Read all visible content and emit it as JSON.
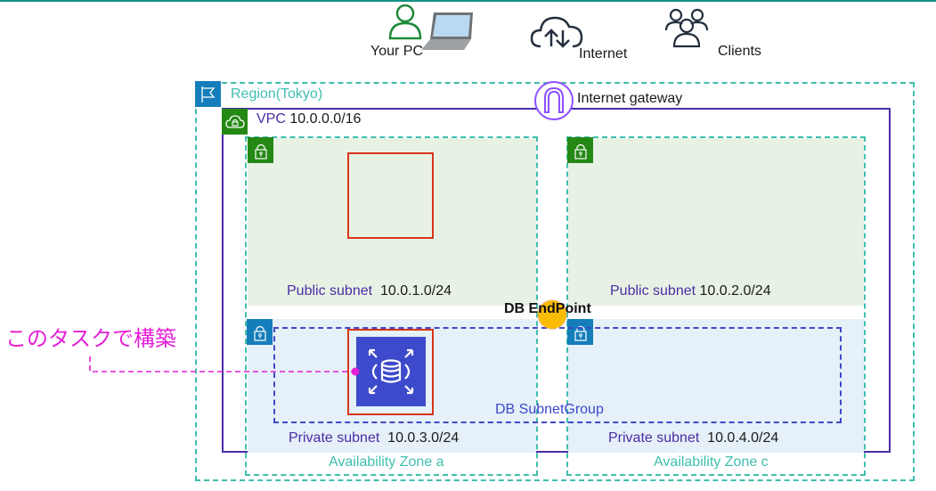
{
  "external": {
    "your_pc": {
      "label": "Your PC",
      "icon": "user-laptop-icon"
    },
    "internet": {
      "label": "Internet",
      "icon": "cloud-upload-download-icon"
    },
    "clients": {
      "label": "Clients",
      "icon": "users-group-icon"
    }
  },
  "region": {
    "label": "Region(Tokyo)",
    "icon": "flag-icon"
  },
  "internet_gateway": {
    "label": "Internet gateway",
    "icon": "gateway-arch-icon"
  },
  "vpc": {
    "label": "VPC",
    "cidr": "10.0.0.0/16",
    "icon": "cloud-lock-icon"
  },
  "availability_zones": [
    {
      "label": "Availability Zone a"
    },
    {
      "label": "Availability Zone c"
    }
  ],
  "subnets": {
    "public_a": {
      "label": "Public subnet",
      "cidr": "10.0.1.0/24"
    },
    "public_c": {
      "label": "Public subnet",
      "cidr": "10.0.2.0/24"
    },
    "private_a": {
      "label": "Private subnet",
      "cidr": "10.0.3.0/24"
    },
    "private_c": {
      "label": "Private subnet",
      "cidr": "10.0.4.0/24"
    }
  },
  "db_endpoint": {
    "label": "DB EndPoint"
  },
  "db_subnet_group": {
    "label": "DB SubnetGroup"
  },
  "rds": {
    "icon": "rds-database-icon"
  },
  "annotation": {
    "label": "このタスクで構築"
  },
  "colors": {
    "region_border": "#3fbfae",
    "vpc_border": "#4a2da6",
    "public_fill": "#e8f2e4",
    "private_fill": "#e5f0f8",
    "db_subnet_group_border": "#3e48c9",
    "highlight_red": "#d9341b",
    "annotation_pink": "#e41fd6",
    "endpoint_yellow": "#fbbc06"
  }
}
